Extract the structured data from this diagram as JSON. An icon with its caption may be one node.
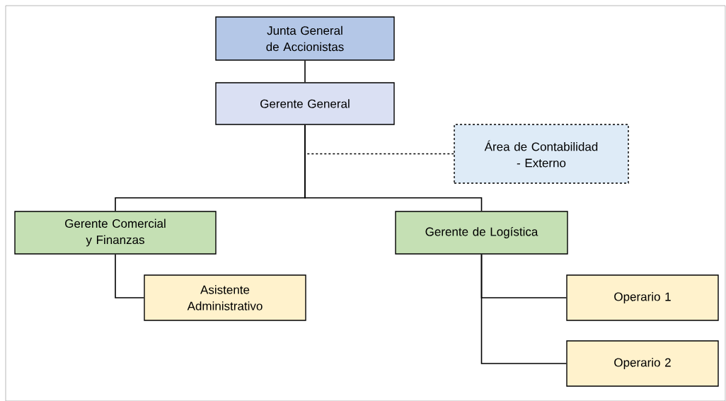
{
  "diagram": {
    "nodes": [
      {
        "text": [
          "Junta General de Accionistas"
        ]
      },
      {
        "text": [
          "Gerente General"
        ]
      },
      {
        "text": [
          "Área de Contabilidad - Externo"
        ]
      },
      {
        "text": [
          "Gerente Comercial y Finanzas"
        ]
      },
      {
        "text": [
          "Gerente de Logística"
        ]
      },
      {
        "text": [
          "Asistente Administrativo"
        ]
      },
      {
        "text": [
          "Operario 1"
        ]
      },
      {
        "text": [
          "Operario 2"
        ]
      }
    ],
    "edges": [
      {
        "from": 0,
        "to": 1,
        "arrow": "none"
      },
      {
        "from": 1,
        "to": 3,
        "arrow": "none"
      },
      {
        "from": 1,
        "to": 4,
        "arrow": "none"
      },
      {
        "from": 2,
        "to": 1,
        "arrow": "none",
        "style": "dashed"
      },
      {
        "from": 3,
        "to": 5,
        "arrow": "none"
      },
      {
        "from": 4,
        "to": 6,
        "arrow": "none"
      },
      {
        "from": 4,
        "to": 7,
        "arrow": "none"
      }
    ]
  }
}
